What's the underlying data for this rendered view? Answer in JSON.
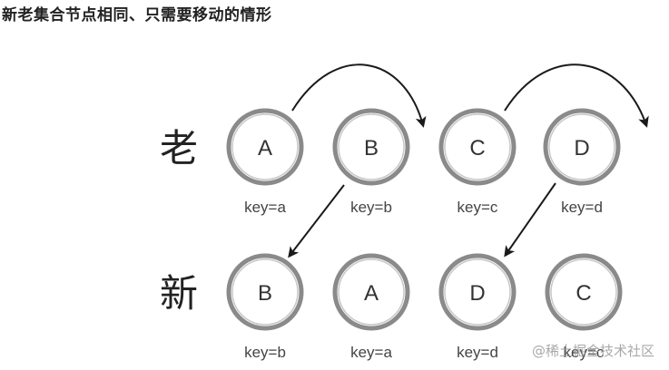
{
  "heading": "新老集合节点相同、只需要移动的情形",
  "rows": [
    {
      "label": "老",
      "nodes": [
        {
          "letter": "A",
          "key": "key=a"
        },
        {
          "letter": "B",
          "key": "key=b"
        },
        {
          "letter": "C",
          "key": "key=c"
        },
        {
          "letter": "D",
          "key": "key=d"
        }
      ]
    },
    {
      "label": "新",
      "nodes": [
        {
          "letter": "B",
          "key": "key=b"
        },
        {
          "letter": "A",
          "key": "key=a"
        },
        {
          "letter": "D",
          "key": "key=d"
        },
        {
          "letter": "C",
          "key": "key=c"
        }
      ]
    }
  ],
  "watermark": "@稀土掘金技术社区"
}
